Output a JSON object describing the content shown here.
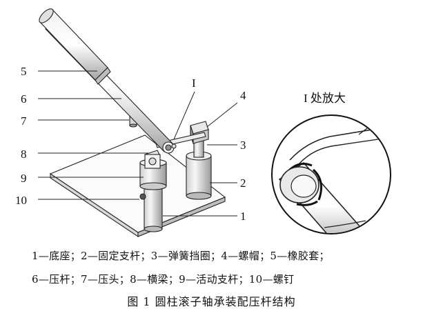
{
  "figure": {
    "part_numbers": [
      "5",
      "6",
      "7",
      "8",
      "9",
      "10",
      "4",
      "3",
      "2",
      "1"
    ],
    "detail_marker": "I",
    "detail_title": "I 处放大",
    "legend": [
      "1—底座；2—固定支杆；3—弹簧挡圈；4—螺帽；5—橡胶套；",
      "6—压杆；7—压头；8—横梁；9—活动支杆；10—螺钉"
    ],
    "caption": "图 1   圆柱滚子轴承装配压杆结构"
  }
}
